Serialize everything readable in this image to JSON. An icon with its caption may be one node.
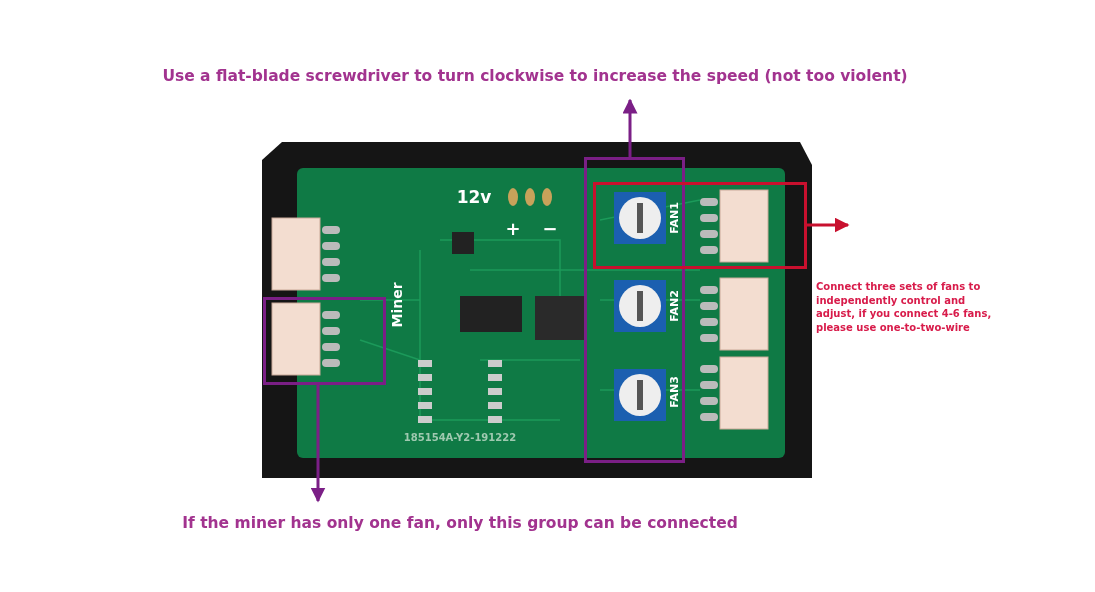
{
  "diagram": {
    "nodes": [
      {
        "text": [
          "Use a flat-blade screwdriver to turn clockwise to increase the speed (not too violent)"
        ]
      },
      {
        "text": [],
        "shape": "box"
      },
      {
        "text": [],
        "shape": "box"
      },
      {
        "text": [
          "Connect three sets of fans to independently control and adjust, if you connect 4-6 fans, please use one-to-two-wire"
        ]
      },
      {
        "text": [],
        "shape": "box"
      },
      {
        "text": [
          "If the miner has only one fan, only this group can be connected"
        ]
      }
    ],
    "edges": [
      {
        "from": 1,
        "to": 0,
        "arrow": "to"
      },
      {
        "from": 2,
        "to": null,
        "arrow": "to",
        "color": "#c8102e"
      },
      {
        "from": 4,
        "to": 5,
        "arrow": "to"
      }
    ],
    "labels": [
      "12v",
      "+",
      "−",
      "Miner",
      "FAN1",
      "FAN2",
      "FAN3",
      "185154A-Y2-191222"
    ]
  }
}
